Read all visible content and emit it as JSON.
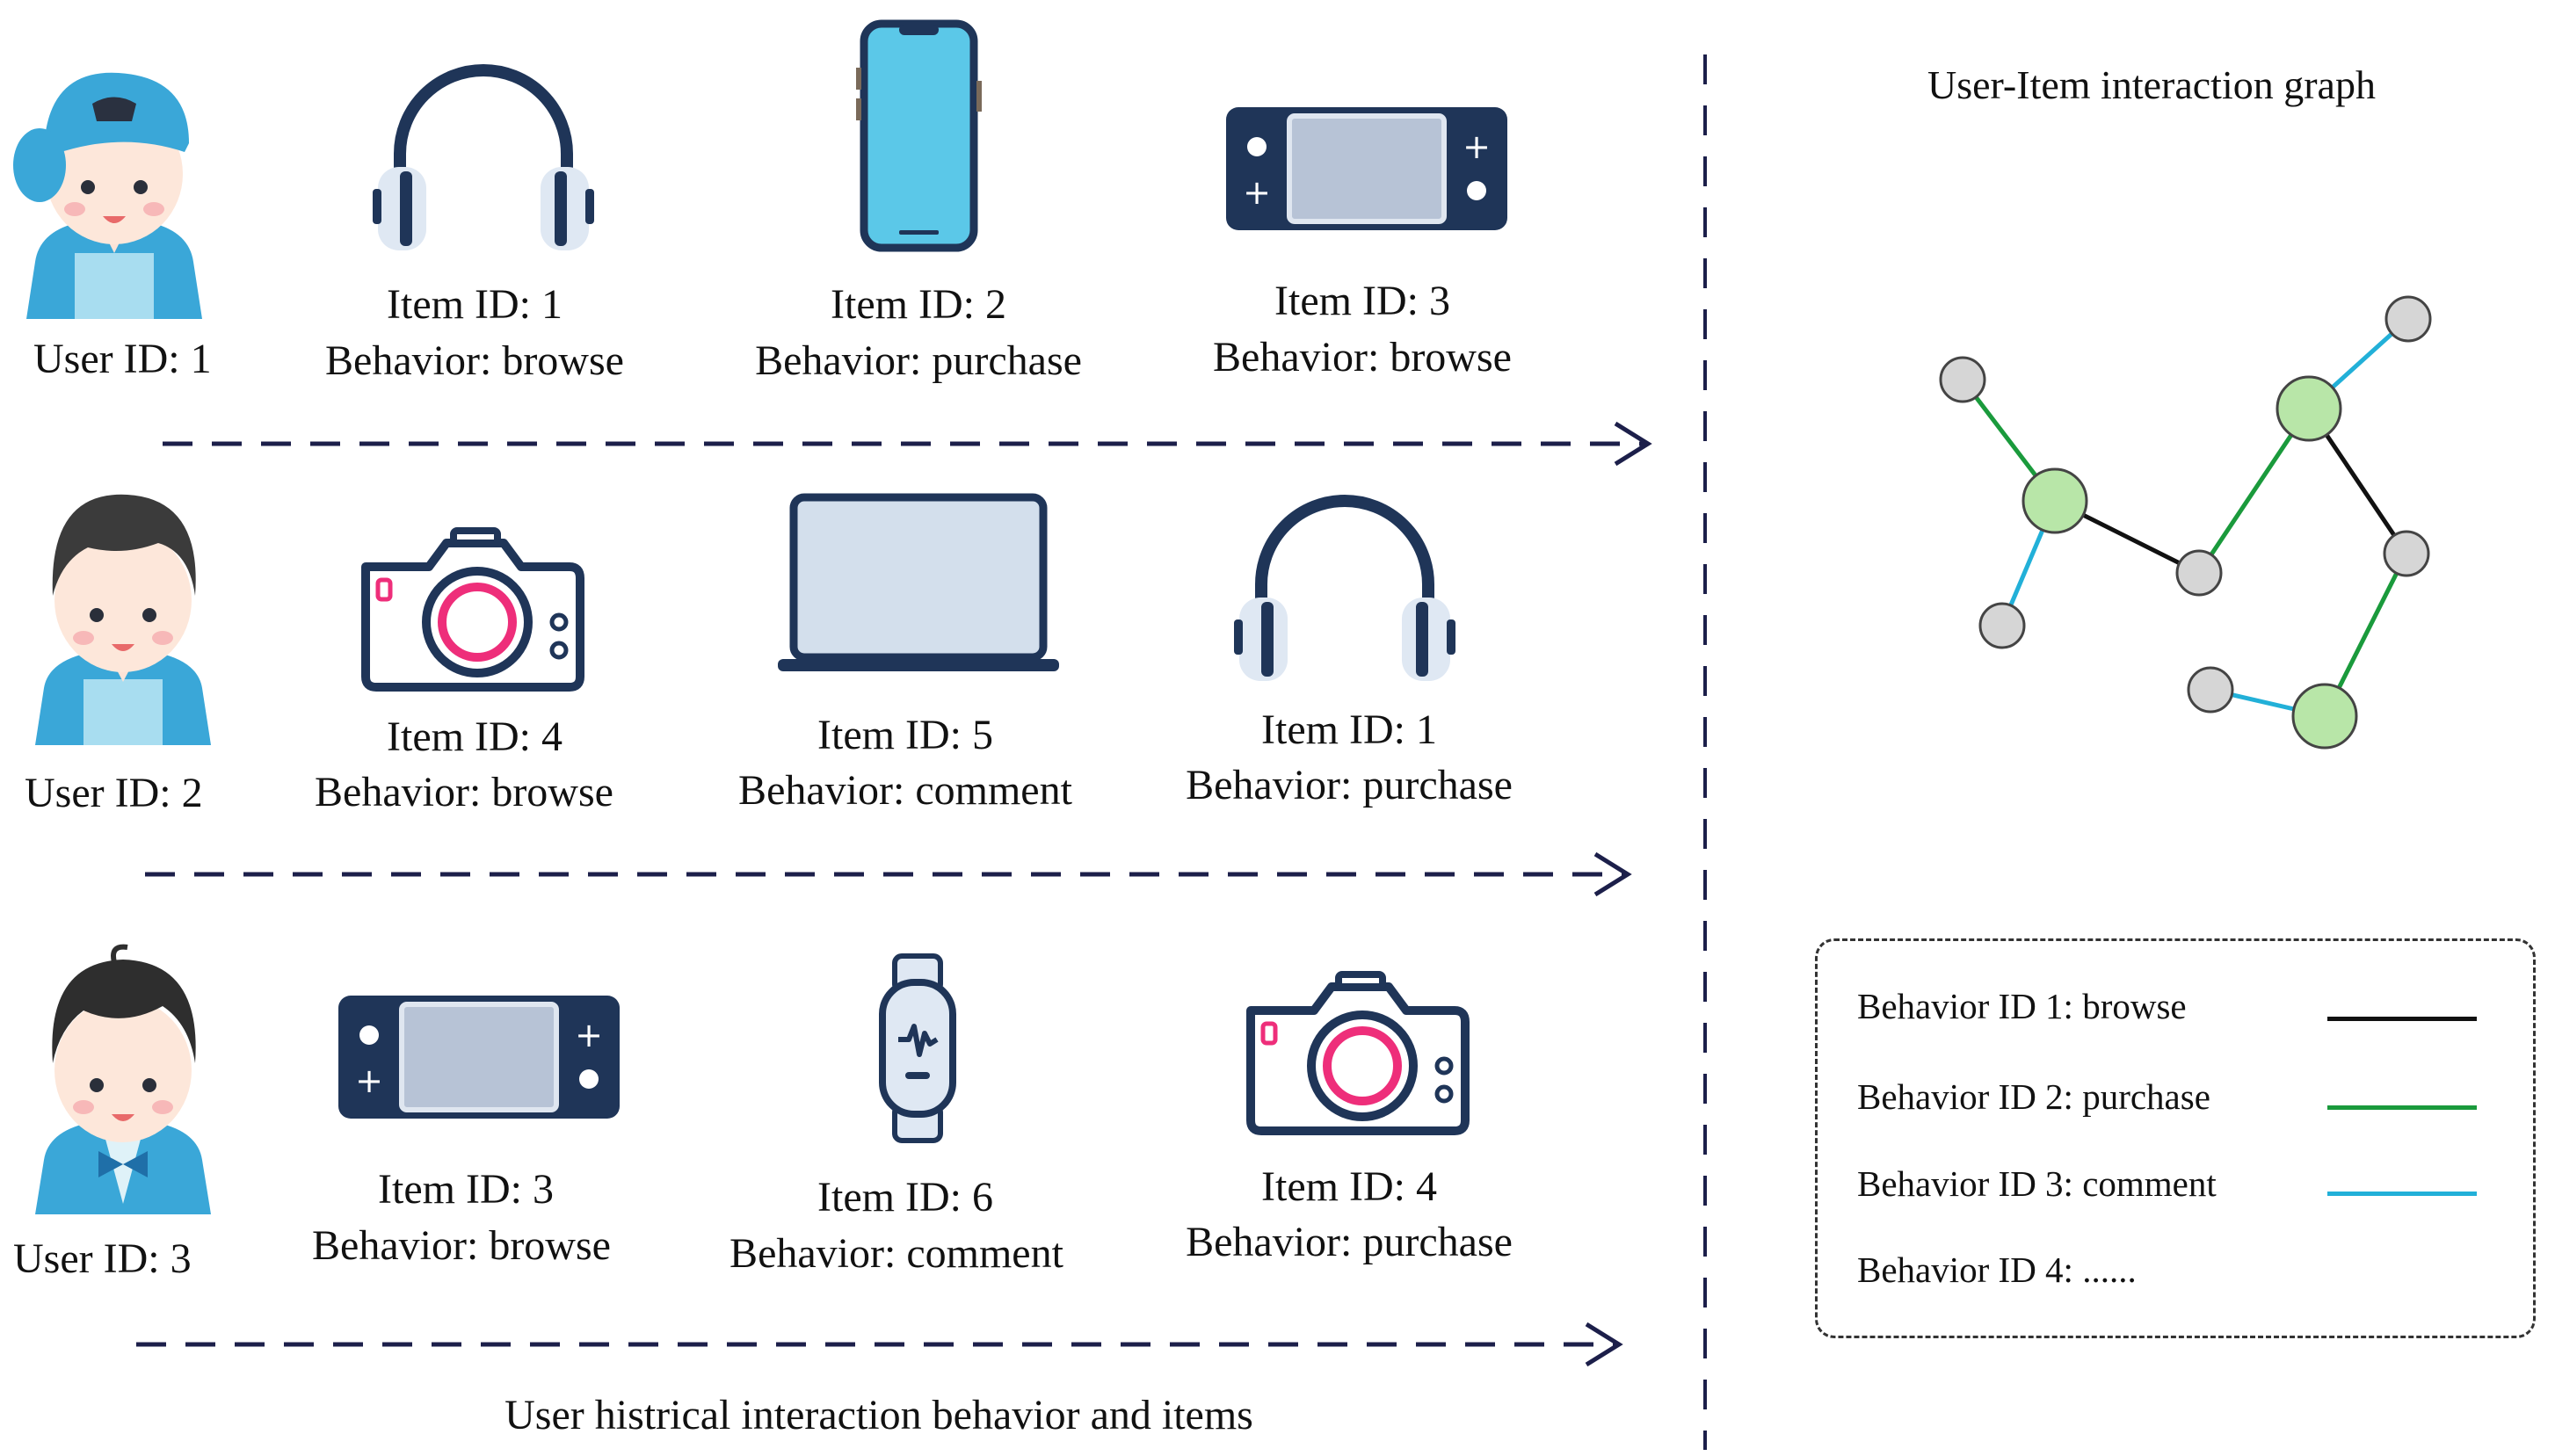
{
  "users": [
    {
      "label": "User ID: 1",
      "items": [
        {
          "id_label": "Item ID: 1",
          "behavior_label": "Behavior: browse",
          "icon": "headphones-icon"
        },
        {
          "id_label": "Item ID: 2",
          "behavior_label": "Behavior: purchase",
          "icon": "smartphone-icon"
        },
        {
          "id_label": "Item ID: 3",
          "behavior_label": "Behavior: browse",
          "icon": "game-console-icon"
        }
      ]
    },
    {
      "label": "User ID: 2",
      "items": [
        {
          "id_label": "Item ID: 4",
          "behavior_label": "Behavior: browse",
          "icon": "camera-icon"
        },
        {
          "id_label": "Item ID: 5",
          "behavior_label": "Behavior: comment",
          "icon": "laptop-icon"
        },
        {
          "id_label": "Item ID: 1",
          "behavior_label": "Behavior: purchase",
          "icon": "headphones-icon"
        }
      ]
    },
    {
      "label": "User ID: 3",
      "items": [
        {
          "id_label": "Item ID: 3",
          "behavior_label": "Behavior: browse",
          "icon": "game-console-icon"
        },
        {
          "id_label": "Item ID: 6",
          "behavior_label": "Behavior: comment",
          "icon": "smartwatch-icon"
        },
        {
          "id_label": "Item ID: 4",
          "behavior_label": "Behavior: purchase",
          "icon": "camera-icon"
        }
      ]
    }
  ],
  "left_caption": "User  histrical interaction behavior and items",
  "graph_title": "User-Item interaction graph",
  "legend": [
    {
      "label": "Behavior  ID 1: browse",
      "color": "#111111"
    },
    {
      "label": "Behavior  ID 2: purchase",
      "color": "#1a9a3c"
    },
    {
      "label": "Behavior  ID 3: comment",
      "color": "#22b0d8"
    },
    {
      "label": "Behavior  ID 4: ......",
      "color": ""
    }
  ],
  "colors": {
    "arrow": "#1c1f4a",
    "item_node": "#b8e6a8",
    "user_node": "#d6d6d6",
    "icon_navy": "#1f3558",
    "phone_screen": "#5bc8e8",
    "accent_pink": "#ee2e7a"
  }
}
